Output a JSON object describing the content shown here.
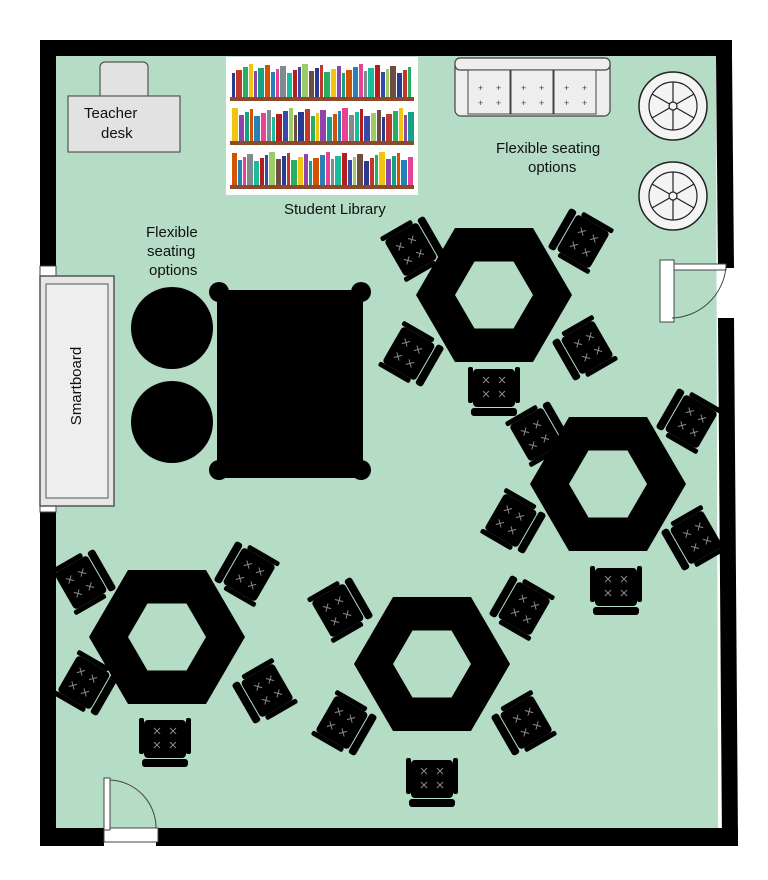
{
  "labels": {
    "teacher_desk_line1": "Teacher",
    "teacher_desk_line2": "desk",
    "student_library": "Student Library",
    "flex_left_line1": "Flexible",
    "flex_left_line2": "seating",
    "flex_left_line3": "options",
    "flex_right_line1": "Flexible seating",
    "flex_right_line2": "options",
    "smartboard": "Smartboard"
  },
  "colors": {
    "floor": "#b5dcc5",
    "wall": "#000000",
    "furniture": "#000000",
    "desk_fill": "#e2e2e2",
    "sofa_fill": "#eeeeee"
  },
  "icons": {
    "chair": "office-chair-icon",
    "hex_table": "hexagon-table-icon",
    "door": "door-swing-icon"
  }
}
